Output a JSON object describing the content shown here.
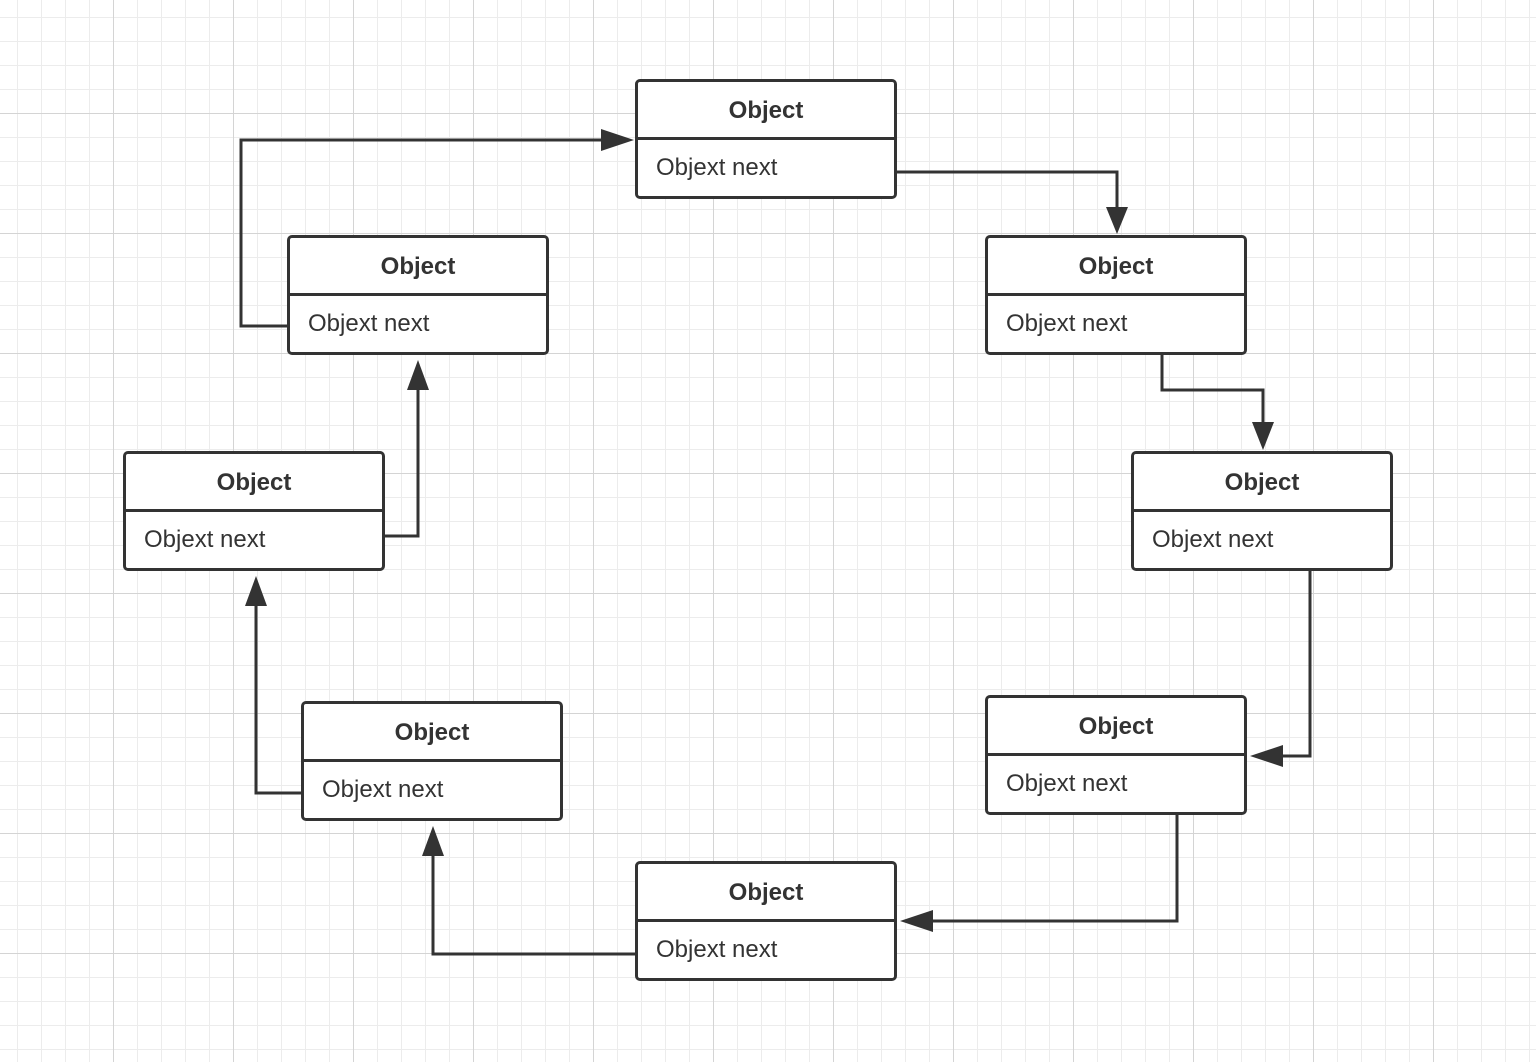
{
  "diagram": {
    "nodes": [
      {
        "id": "node-top",
        "title": "Object",
        "field": "Objext next"
      },
      {
        "id": "node-right-upper",
        "title": "Object",
        "field": "Objext next"
      },
      {
        "id": "node-right-middle",
        "title": "Object",
        "field": "Objext next"
      },
      {
        "id": "node-right-lower",
        "title": "Object",
        "field": "Objext next"
      },
      {
        "id": "node-bottom",
        "title": "Object",
        "field": "Objext next"
      },
      {
        "id": "node-left-lower",
        "title": "Object",
        "field": "Objext next"
      },
      {
        "id": "node-left-middle",
        "title": "Object",
        "field": "Objext next"
      },
      {
        "id": "node-left-upper",
        "title": "Object",
        "field": "Objext next"
      }
    ],
    "edges": [
      {
        "from": "node-top",
        "to": "node-right-upper"
      },
      {
        "from": "node-right-upper",
        "to": "node-right-middle"
      },
      {
        "from": "node-right-middle",
        "to": "node-right-lower"
      },
      {
        "from": "node-right-lower",
        "to": "node-bottom"
      },
      {
        "from": "node-bottom",
        "to": "node-left-lower"
      },
      {
        "from": "node-left-lower",
        "to": "node-left-middle"
      },
      {
        "from": "node-left-middle",
        "to": "node-left-upper"
      },
      {
        "from": "node-left-upper",
        "to": "node-top"
      }
    ],
    "colors": {
      "stroke": "#333333",
      "grid": "#d4d4d4",
      "background": "#ffffff"
    }
  }
}
